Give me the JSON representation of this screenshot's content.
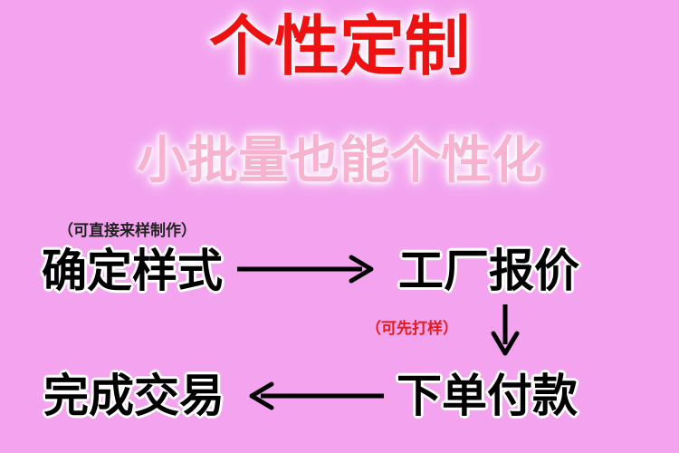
{
  "title": "个性定制",
  "subtitle": "小批量也能个性化",
  "flow": {
    "step_1": "确定样式",
    "step_1_note": "（可直接来样制作）",
    "step_2": "工厂报价",
    "step_2_note": "（可先打样）",
    "step_3": "下单付款",
    "step_4": "完成交易"
  },
  "colors": {
    "background": "#f4a4ef",
    "title": "#ee1111",
    "subtitle": "#f6b2cf",
    "note_highlight": "#e31b1b",
    "arrow": "#000000"
  }
}
